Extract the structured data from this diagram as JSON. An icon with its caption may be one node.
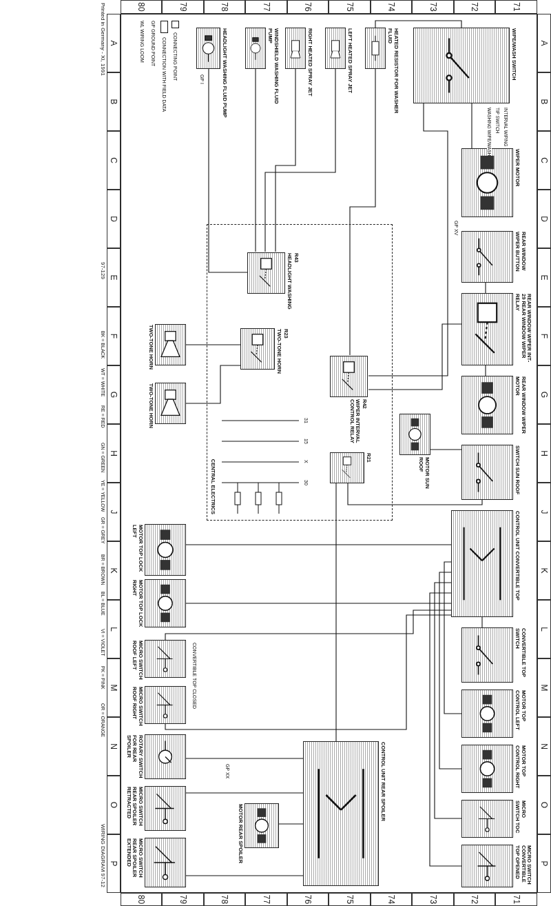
{
  "diagram": {
    "nodes": [
      {
        "text": [
          "WIPE/WASH SWITCH"
        ]
      },
      {
        "text": [
          "WIPER MOTOR"
        ]
      },
      {
        "text": [
          "REAR WINDOW WIPER BUTTON"
        ]
      },
      {
        "text": [
          "REAR WINDOW WIPER INT-29 REAR WINDOW WIPER RELAY"
        ]
      },
      {
        "text": [
          "REAR WINDOW WIPER MOTOR"
        ]
      },
      {
        "text": [
          "SWITCH SUN ROOF"
        ]
      },
      {
        "text": [
          "CONTROL UNIT CONVERTIBLE TOP"
        ]
      },
      {
        "text": [
          "CONVERTIBLE TOP SWITCH"
        ]
      },
      {
        "text": [
          "MOTOR TOP CONTROL LEFT"
        ]
      },
      {
        "text": [
          "MOTOR TOP CONTROL RIGHT"
        ]
      },
      {
        "text": [
          "MICRO SWITCH TOC"
        ]
      },
      {
        "text": [
          "MICRO SWITCH CONVERTIBLE TOP OPENED"
        ]
      },
      {
        "text": [
          "MOTOR SUN ROOF"
        ]
      },
      {
        "text": [
          "HEATED RESISTOR FOR WASHER FLUID"
        ]
      },
      {
        "text": [
          "LEFT HEATED SPRAY JET"
        ]
      },
      {
        "text": [
          "RIGHT HEATED SPRAY JET"
        ]
      },
      {
        "text": [
          "WINDSHIELD WASHING FLUID PUMP"
        ]
      },
      {
        "text": [
          "HEADLIGHT WASHING FLUID PUMP"
        ]
      },
      {
        "text": [
          "CENTRAL ELECTRICS"
        ]
      },
      {
        "text": [
          "R43",
          "HEADLIGHT WASHING"
        ],
        "in": 18
      },
      {
        "text": [
          "R23",
          "TWO-TONE HORN"
        ],
        "in": 18
      },
      {
        "text": [
          "R42",
          "WIPER INTERVAL CONTROL RELAY"
        ],
        "in": 18
      },
      {
        "text": [
          "R21"
        ],
        "in": 18
      },
      {
        "text": [
          "TWO-TONE HORN"
        ]
      },
      {
        "text": [
          "TWO-TONE HORN"
        ]
      },
      {
        "text": [
          "CONTROL UNIT REAR SPOILER"
        ]
      },
      {
        "text": [
          "MOTOR REAR SPOILER"
        ]
      },
      {
        "text": [
          "MOTOR TOP LOCK LEFT"
        ]
      },
      {
        "text": [
          "MOTOR TOP LOCK RIGHT"
        ]
      },
      {
        "text": [
          "MICRO SWITCH ROOF LEFT"
        ]
      },
      {
        "text": [
          "MICRO SWITCH ROOF RIGHT"
        ]
      },
      {
        "text": [
          "ROTARY SWITCH FOR REAR SPOILER"
        ]
      },
      {
        "text": [
          "MICRO SWITCH REAR SPOILER RETRACTED"
        ]
      },
      {
        "text": [
          "MICRO SWITCH REAR SPOILER EXTENDED"
        ]
      }
    ],
    "edges": [
      {
        "from": 0,
        "to": 1,
        "arrow": "none"
      },
      {
        "from": 0,
        "to": 21,
        "arrow": "none"
      },
      {
        "from": 2,
        "to": 3,
        "arrow": "none"
      },
      {
        "from": 3,
        "to": 4,
        "arrow": "none"
      },
      {
        "from": 3,
        "to": 21,
        "arrow": "none"
      },
      {
        "from": 5,
        "to": 12,
        "arrow": "none"
      },
      {
        "from": 5,
        "to": 22,
        "arrow": "none"
      },
      {
        "from": 6,
        "to": 7,
        "arrow": "none"
      },
      {
        "from": 6,
        "to": 8,
        "arrow": "none"
      },
      {
        "from": 6,
        "to": 9,
        "arrow": "none"
      },
      {
        "from": 6,
        "to": 10,
        "arrow": "none"
      },
      {
        "from": 6,
        "to": 11,
        "arrow": "none"
      },
      {
        "from": 6,
        "to": 27,
        "arrow": "none"
      },
      {
        "from": 6,
        "to": 28,
        "arrow": "none"
      },
      {
        "from": 6,
        "to": 29,
        "arrow": "none"
      },
      {
        "from": 6,
        "to": 30,
        "arrow": "none"
      },
      {
        "from": 25,
        "to": 26,
        "arrow": "none"
      },
      {
        "from": 25,
        "to": 31,
        "arrow": "none"
      },
      {
        "from": 25,
        "to": 32,
        "arrow": "none"
      },
      {
        "from": 25,
        "to": 33,
        "arrow": "none"
      },
      {
        "from": 0,
        "to": 13,
        "arrow": "none"
      },
      {
        "from": 14,
        "to": 19,
        "arrow": "none"
      },
      {
        "from": 15,
        "to": 19,
        "arrow": "none"
      },
      {
        "from": 16,
        "to": 19,
        "arrow": "none"
      },
      {
        "from": 17,
        "to": 19,
        "arrow": "none"
      },
      {
        "from": 20,
        "to": 23,
        "arrow": "none"
      },
      {
        "from": 20,
        "to": 24,
        "arrow": "none"
      },
      {
        "from": 13,
        "to": 21,
        "arrow": "none"
      },
      {
        "from": 22,
        "to": 25,
        "arrow": "none"
      }
    ],
    "labels": [
      "Printed in Germany - XI, 1991",
      "97-129",
      "BK = BLACK",
      "WT = WHITE",
      "RE = RED",
      "GN = GREEN",
      "YE = YELLOW",
      "GR = GREY",
      "BR = BROWN",
      "BL = BLUE",
      "VI = VIOLET",
      "PK = PINK",
      "OR = ORANGE",
      "WIRING DIAGRAM 97-12",
      "GP GROUND POINT",
      "WL WIRING LOOM",
      "INTERVAL WIPING",
      "TIP SWITCH",
      "WASHING WIPE/WASH",
      "CONVERTIBLE TOP CLOSED",
      "GP I",
      "GP XV",
      "GP XX",
      "31",
      "15",
      "X",
      "30",
      "A",
      "B",
      "C",
      "D",
      "E",
      "F",
      "G",
      "H",
      "J",
      "K",
      "L",
      "M",
      "N",
      "O",
      "P",
      "A",
      "B",
      "C",
      "D",
      "E",
      "F",
      "G",
      "H",
      "J",
      "K",
      "L",
      "M",
      "N",
      "O",
      "P",
      "71",
      "72",
      "73",
      "74",
      "75",
      "76",
      "77",
      "78",
      "79",
      "80",
      "71",
      "72",
      "73",
      "74",
      "75",
      "76",
      "77",
      "78",
      "79",
      "80"
    ],
    "legend": [
      {
        "text": "CONNECTING POINT"
      },
      {
        "text": "CONNECTION WITH FIELD DATA"
      }
    ]
  }
}
